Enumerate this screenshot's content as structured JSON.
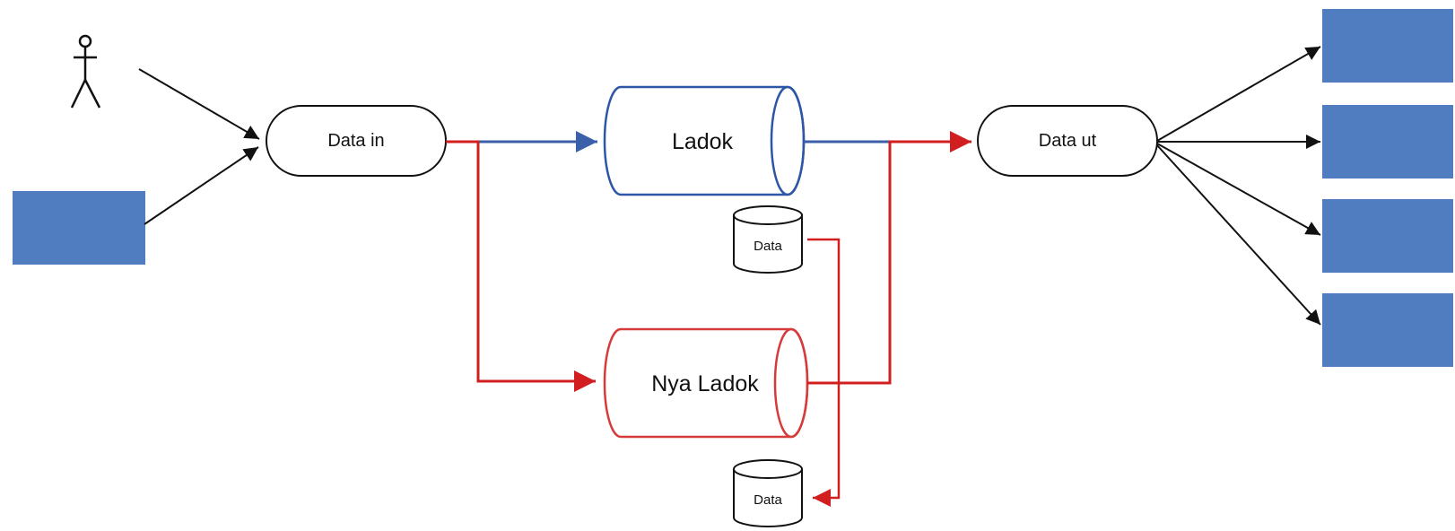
{
  "diagram": {
    "nodes": {
      "data_in": "Data in",
      "ladok": "Ladok",
      "nya_ladok": "Nya Ladok",
      "data_ut": "Data ut",
      "data_store_top": "Data",
      "data_store_bottom": "Data"
    },
    "colors": {
      "blue_flow": "#3b5fa8",
      "red_flow": "#d11f1f",
      "black_flow": "#111111",
      "system_box": "#4f7dbf",
      "ladok_outline": "#2e56a6",
      "nya_ladok_outline": "#d63b3b"
    },
    "icons": {
      "actor": "stick-figure-icon",
      "source_system": "blue-rectangle",
      "target_systems": "blue-rectangle",
      "databases": "cylinder-icon"
    }
  }
}
